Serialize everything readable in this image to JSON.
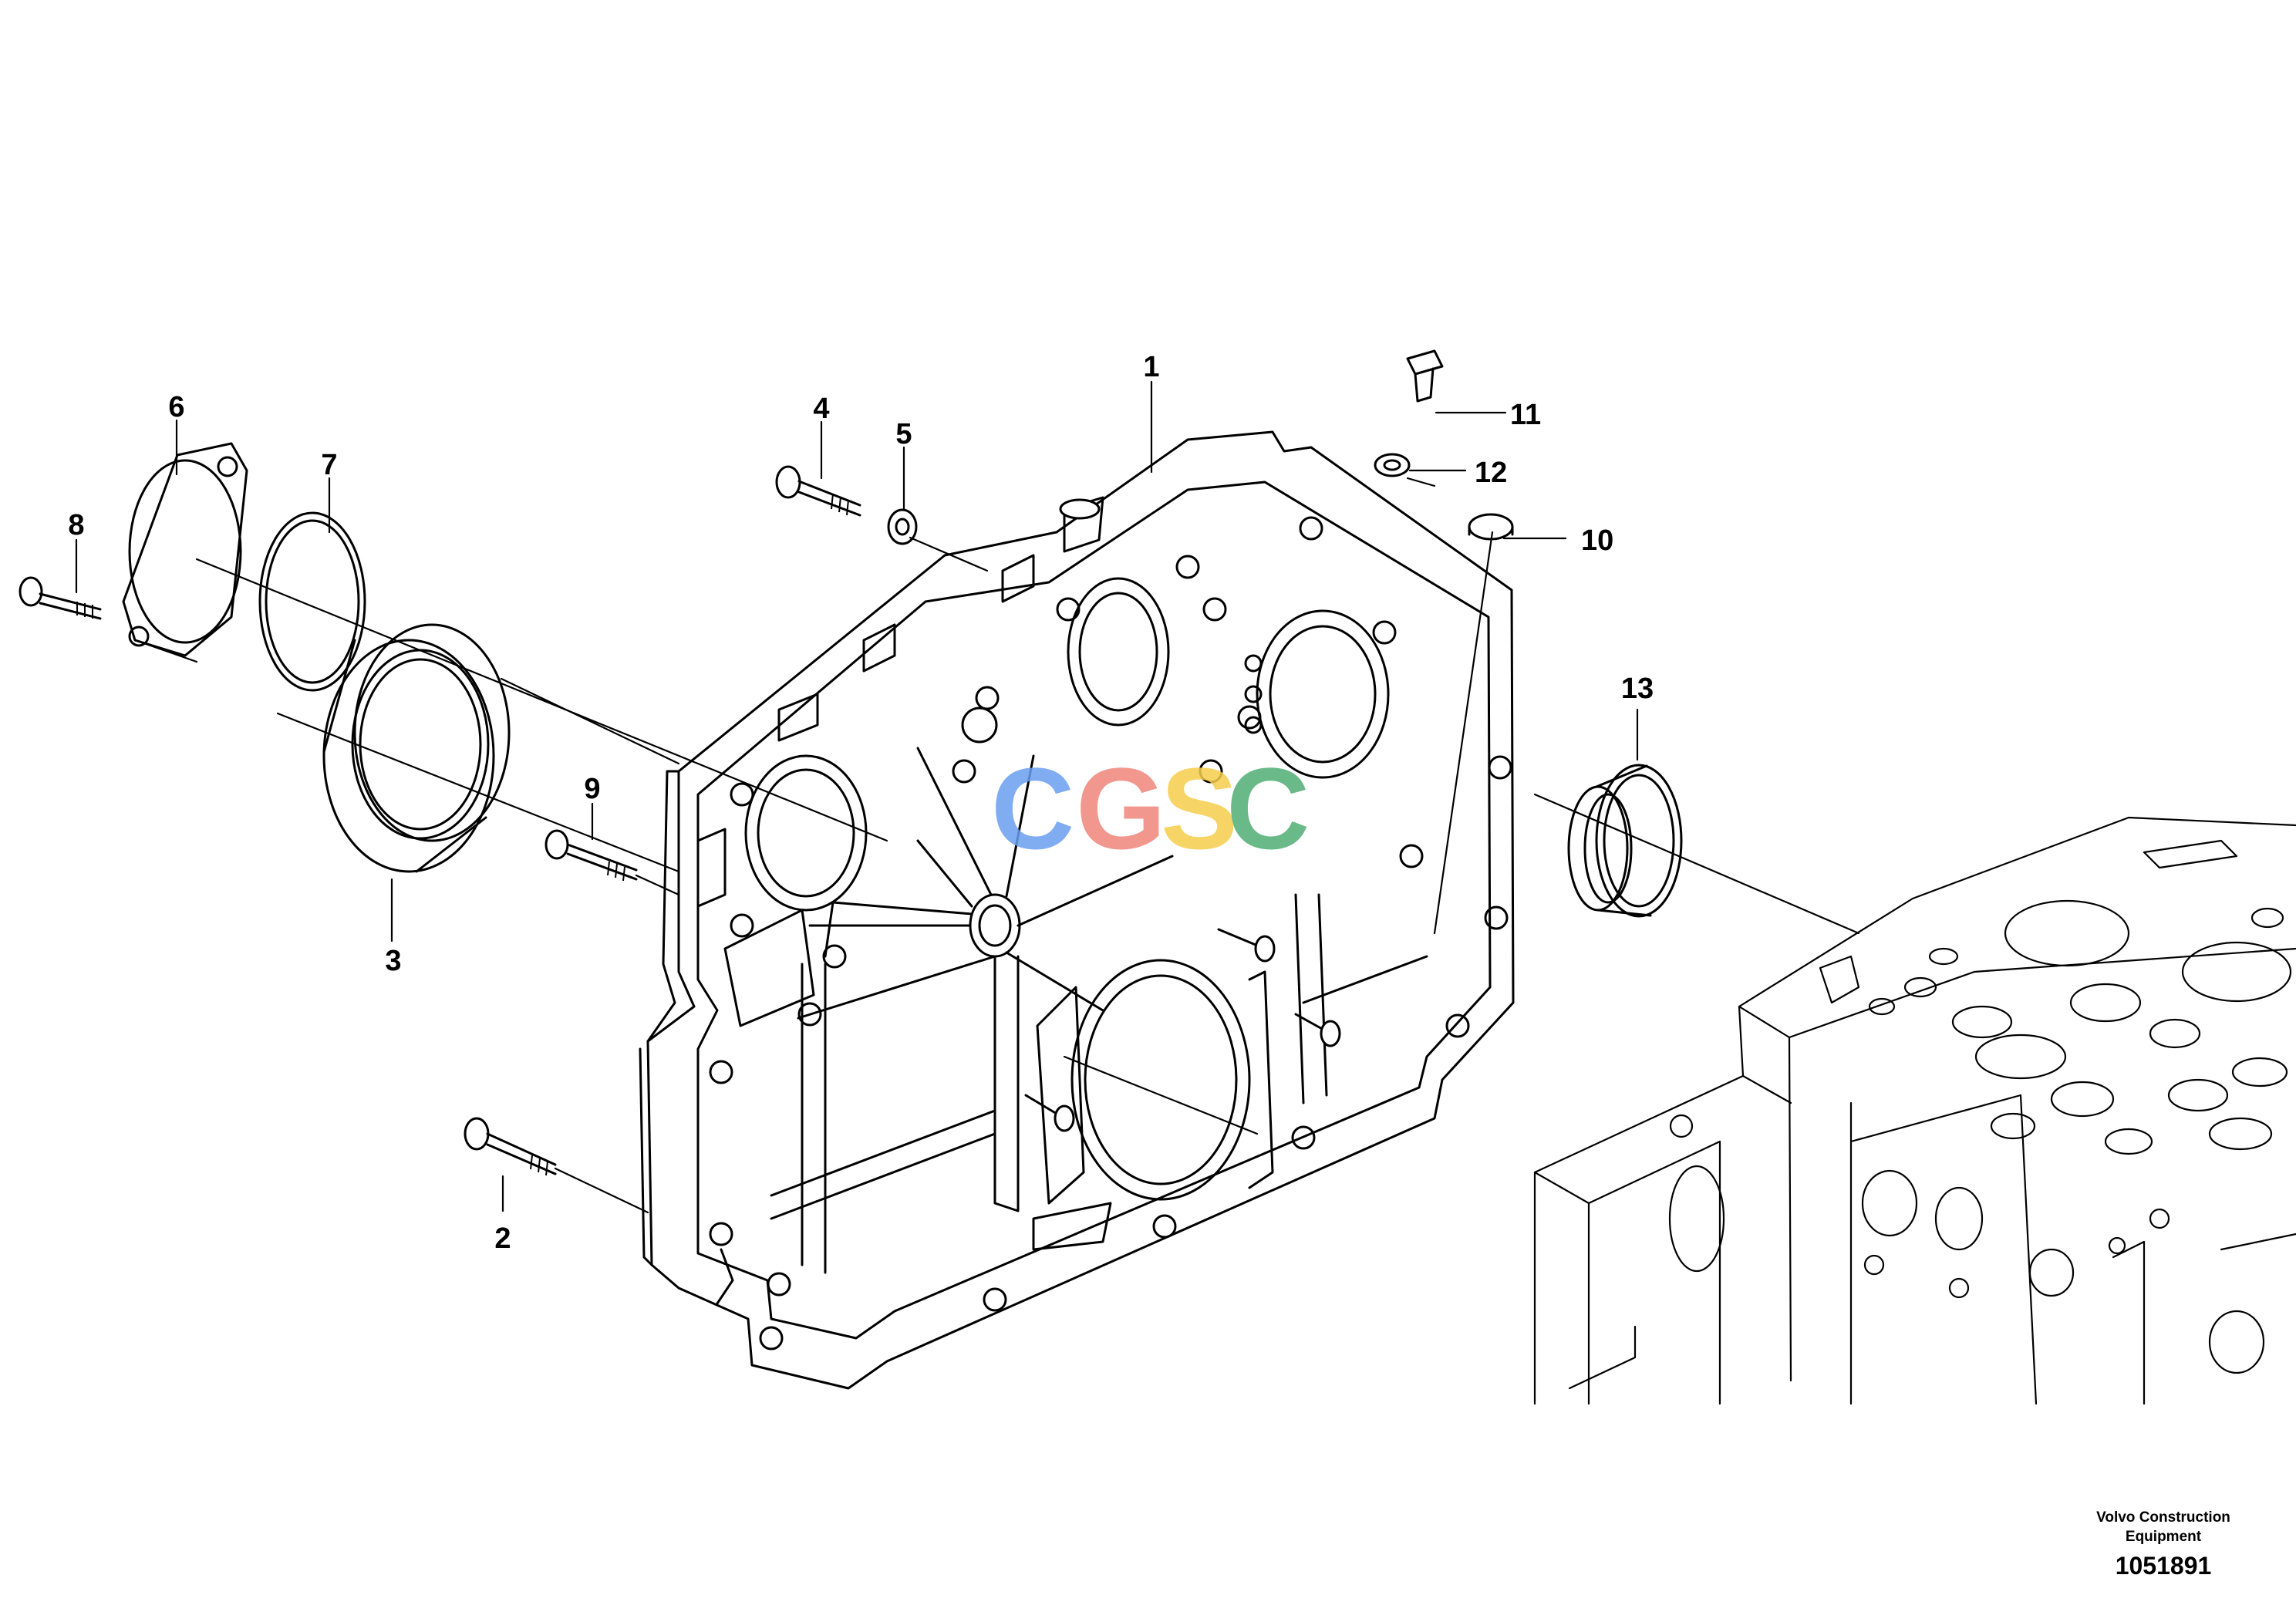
{
  "diagram": {
    "callouts": [
      {
        "id": "1",
        "label": "1"
      },
      {
        "id": "2",
        "label": "2"
      },
      {
        "id": "3",
        "label": "3"
      },
      {
        "id": "4",
        "label": "4"
      },
      {
        "id": "5",
        "label": "5"
      },
      {
        "id": "6",
        "label": "6"
      },
      {
        "id": "7",
        "label": "7"
      },
      {
        "id": "8",
        "label": "8"
      },
      {
        "id": "9",
        "label": "9"
      },
      {
        "id": "10",
        "label": "10"
      },
      {
        "id": "11",
        "label": "11"
      },
      {
        "id": "12",
        "label": "12"
      },
      {
        "id": "13",
        "label": "13"
      }
    ]
  },
  "watermark": {
    "letters": [
      "C",
      "G",
      "S",
      "C"
    ],
    "colors": [
      "#6a9ff0",
      "#f0857a",
      "#f6cd4c",
      "#4fae74"
    ]
  },
  "footer": {
    "credit_line1": "Volvo Construction",
    "credit_line2": "Equipment",
    "document_number": "1051891"
  }
}
